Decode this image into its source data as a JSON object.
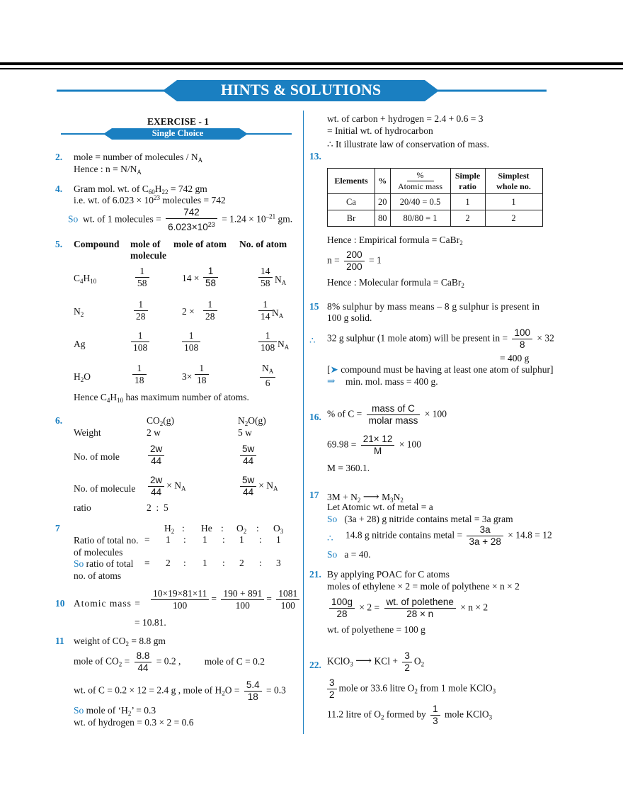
{
  "header": {
    "title": "HINTS & SOLUTIONS"
  },
  "exercise": {
    "title": "EXERCISE - 1",
    "subtitle": "Single Choice"
  },
  "q2": {
    "num": "2.",
    "l1": "mole = number of molecules / N",
    "l1sub": "A",
    "l2": "Hence : n = N/N",
    "l2sub": "A"
  },
  "q4": {
    "num": "4.",
    "l1": "Gram mol. wt. of C",
    "l1s1": "60",
    "l1b": "H",
    "l1s2": "22",
    "l1c": " = 742 gm",
    "l2": "i.e. wt. of 6.023 × 10",
    "l2sup": "23",
    "l2b": " molecules = 742",
    "so": "So",
    "l3": "wt. of 1 molecules = ",
    "ftop": "742",
    "fbot": "6.023×10",
    "fbotsup": "23",
    "l3b": " = 1.24 × 10",
    "l3sup": "–21",
    "l3c": " gm."
  },
  "q5": {
    "num": "5.",
    "h1": "Compound",
    "h2": "mole of",
    "h2b": "molecule",
    "h3": "mole of atom",
    "h4": "No. of atom",
    "rows": [
      {
        "c": "C",
        "cs": "4",
        "c2": "H",
        "cs2": "10",
        "m_top": "1",
        "m_bot": "58",
        "a_pre": "14 ×",
        "a_top": "1",
        "a_bot": "58",
        "n_top": "14",
        "n_bot": "58",
        "n_post": "N",
        "n_sub": "A"
      },
      {
        "c": "N",
        "cs": "2",
        "c2": "",
        "cs2": "",
        "m_top": "1",
        "m_bot": "28",
        "a_pre": "2 ×",
        "a_top": "1",
        "a_bot": "28",
        "n_top": "1",
        "n_bot": "14",
        "n_post": "N",
        "n_sub": "A"
      },
      {
        "c": "Ag",
        "cs": "",
        "c2": "",
        "cs2": "",
        "m_top": "1",
        "m_bot": "108",
        "a_pre": "",
        "a_top": "1",
        "a_bot": "108",
        "n_top": "1",
        "n_bot": "108",
        "n_post": "N",
        "n_sub": "A"
      },
      {
        "c": "H",
        "cs": "2",
        "c2": "O",
        "cs2": "",
        "m_top": "1",
        "m_bot": "18",
        "a_pre": "3×",
        "a_top": "1",
        "a_bot": "18",
        "n_top": "N",
        "n_topsub": "A",
        "n_bot": "6",
        "n_post": "",
        "n_sub": ""
      }
    ],
    "concl": "Hence C",
    "concl_s1": "4",
    "concl_b": "H",
    "concl_s2": "10",
    "concl_c": " has maximum number of atoms."
  },
  "q6": {
    "num": "6.",
    "c1": "CO",
    "c1s": "2",
    "c1b": "(g)",
    "c2": "N",
    "c2s": "2",
    "c2b": "O(g)",
    "weight": "Weight",
    "w1": "2 w",
    "w2": "5 w",
    "nmole": "No. of mole",
    "m1t": "2w",
    "m1b": "44",
    "m2t": "5w",
    "m2b": "44",
    "nmol": "No. of molecule",
    "mm1t": "2w",
    "mm1b": "44",
    "mm2t": "5w",
    "mm2b": "44",
    "na": "× N",
    "nasub": "A",
    "ratio": "ratio",
    "rv": "2  :  5"
  },
  "q7": {
    "num": "7",
    "h": [
      "H",
      "2",
      ":",
      "He",
      ":",
      "O",
      "2",
      ":",
      "O",
      "3"
    ],
    "r1a": "Ratio of total no.",
    "r1b": "of molecules",
    "eq": "=",
    "v1": [
      "1",
      ":",
      "1",
      ":",
      "1",
      ":",
      "1"
    ],
    "so": "So",
    "r2a": " ratio of total",
    "r2b": "no. of atoms",
    "v2": [
      "2",
      ":",
      "1",
      ":",
      "2",
      ":",
      "3"
    ]
  },
  "q10": {
    "num": "10",
    "lbl": "Atomic  mass  =",
    "f1t": "10×19×81×11",
    "f1b": "100",
    "f2t": "190 + 891",
    "f2b": "100",
    "f3t": "1081",
    "f3b": "100",
    "res": "= 10.81."
  },
  "q11": {
    "num": "11",
    "l1": "weight of CO",
    "l1s": "2",
    "l1b": " = 8.8 gm",
    "l2": "mole of CO",
    "l2s": "2",
    "l2b": " = ",
    "ft": "8.8",
    "fb": "44",
    "l2c": " = 0.2 ,",
    "l2d": "mole of C = 0.2",
    "l3": "wt. of C = 0.2 × 12  = 2.4 g ,   mole of H",
    "l3s": "2",
    "l3b": "O = ",
    "f2t": "5.4",
    "f2b": "18",
    "l3c": " = 0.3",
    "so": "So",
    "l4": " mole of ‘H",
    "l4s": "2",
    "l4b": "’ = 0.3",
    "l5": "wt. of hydrogen = 0.3 × 2 = 0.6"
  },
  "right": {
    "l1": "wt. of carbon + hydrogen  = 2.4 + 0.6 = 3",
    "l2": "= Initial wt. of hydrocarbon",
    "l3": "∴  It illustrate law of conservation of mass."
  },
  "q13": {
    "num": "13.",
    "headers": [
      "Elements",
      "%",
      "%",
      "Atomic mass",
      "Simple",
      "ratio",
      "Simplest",
      "whole no."
    ],
    "rows": [
      [
        "Ca",
        "20",
        "20/40 = 0.5",
        "1",
        "1"
      ],
      [
        "Br",
        "80",
        "80/80 = 1",
        "2",
        "2"
      ]
    ],
    "emp": "Hence : Empirical formula = CaBr",
    "emps": "2",
    "n": "n = ",
    "nt": "200",
    "nb": "200",
    "nr": " = 1",
    "mol": "Hence : Molecular formula = CaBr",
    "mols": "2"
  },
  "q15": {
    "num": "15",
    "l1": "8% sulphur by mass means – 8 g sulphur is present in",
    "l2": "100 g solid.",
    "th": "∴",
    "l3": "32 g sulphur (1 mole atom) will be present in = ",
    "ft": "100",
    "fb": "8",
    "l3b": " × 32",
    "l4": "= 400 g",
    "l5a": "[",
    "l5b": " compound must be having at least one atom of sulphur]",
    "imp": "⇒",
    "l6": "min. mol. mass = 400 g."
  },
  "q16": {
    "num": "16.",
    "l1": "% of C = ",
    "ft": "mass of C",
    "fb": "molar mass",
    "l1b": " × 100",
    "l2": "69.98 = ",
    "f2t": "21× 12",
    "f2b": "M",
    "l2b": " × 100",
    "l3": "M = 360.1."
  },
  "q17": {
    "num": "17",
    "l1": "3M + N",
    "l1s": "2",
    "arrow": "⟶",
    "l1b": "M",
    "l1s2": "3",
    "l1c": "N",
    "l1s3": "2",
    "l2": "Let Atomic wt. of metal = a",
    "so": "So",
    "l3": "(3a + 28) g nitride contains metal = 3a gram",
    "th": "∴",
    "l4": "14.8 g nitride contains metal = ",
    "ft": "3a",
    "fb": "3a + 28",
    "l4b": " × 14.8 = 12",
    "so2": "So",
    "l5": "a = 40."
  },
  "q21": {
    "num": "21.",
    "l1": "By applying POAC for C atoms",
    "l2": "moles of ethylene × 2 = mole of polythene × n × 2",
    "f1t": "100g",
    "f1b": "28",
    "mid": " × 2 = ",
    "f2t": "wt. of polethene",
    "f2b": "28 × n",
    "end": " × n × 2",
    "l4": "wt. of polyethene = 100 g"
  },
  "q22": {
    "num": "22.",
    "l1": "KClO",
    "l1s": "3",
    "arrow": "⟶",
    "l1b": "KCl + ",
    "ft": "3",
    "fb": "2",
    "l1c": "O",
    "l1s2": "2",
    "f2t": "3",
    "f2b": "2",
    "l2": "mole or 33.6 litre O",
    "l2s": "2",
    "l2b": " from 1 mole KClO",
    "l2s2": "3",
    "l3": "11.2 litre of O",
    "l3s": "2",
    "l3b": " formed by ",
    "f3t": "1",
    "f3b": "3",
    "l3c": " mole KClO",
    "l3s2": "3"
  },
  "colors": {
    "accent": "#1a7fc1",
    "text": "#111111"
  }
}
